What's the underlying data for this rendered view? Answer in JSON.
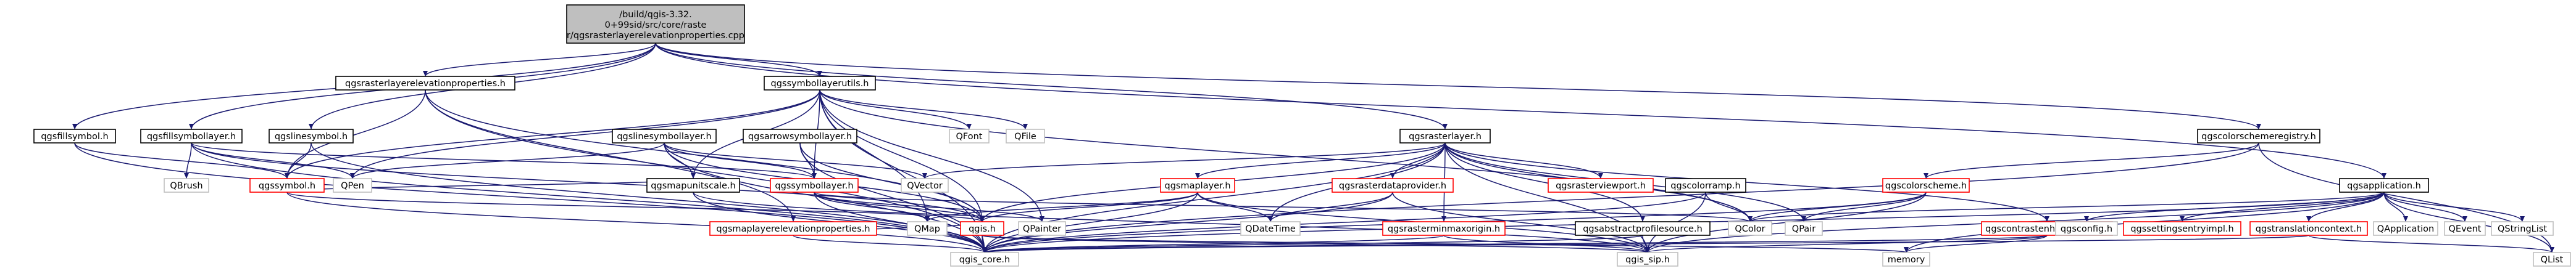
{
  "diagram": {
    "type": "include-dependency-graph",
    "colors": {
      "root_fill": "#bfbfbf",
      "node_fill": "#ffffff",
      "documented_border": "#000000",
      "undocumented_border": "#bfbfbf",
      "missing_border": "#ff0000",
      "edge": "#191970"
    },
    "nodes": [
      {
        "id": "root",
        "label": "/build/qgis-3.32.0+99sid/src/core/raster/qgsrasterlayerelevationproperties.cpp",
        "border": "root"
      },
      {
        "id": "qgsrasterlayerelevationproperties_h",
        "label": "qgsrasterlayerelevationproperties.h",
        "border": "documented"
      },
      {
        "id": "qgssymbollayerutils_h",
        "label": "qgssymbollayerutils.h",
        "border": "documented"
      },
      {
        "id": "qgsrasterlayer_h",
        "label": "qgsrasterlayer.h",
        "border": "documented"
      },
      {
        "id": "qgscolorschemeregistry_h",
        "label": "qgscolorschemeregistry.h",
        "border": "documented"
      },
      {
        "id": "qgsapplication_h",
        "label": "qgsapplication.h",
        "border": "documented"
      },
      {
        "id": "qgsfillsymbol_h",
        "label": "qgsfillsymbol.h",
        "border": "documented"
      },
      {
        "id": "qgsfillsymbollayer_h",
        "label": "qgsfillsymbollayer.h",
        "border": "documented"
      },
      {
        "id": "qgslinesymbol_h",
        "label": "qgslinesymbol.h",
        "border": "documented"
      },
      {
        "id": "qgslinesymbollayer_h",
        "label": "qgslinesymbollayer.h",
        "border": "documented"
      },
      {
        "id": "qgsarrowsymbollayer_h",
        "label": "qgsarrowsymbollayer.h",
        "border": "documented"
      },
      {
        "id": "QFont",
        "label": "QFont",
        "border": "undocumented"
      },
      {
        "id": "QFile",
        "label": "QFile",
        "border": "undocumented"
      },
      {
        "id": "QBrush",
        "label": "QBrush",
        "border": "undocumented"
      },
      {
        "id": "qgssymbol_h",
        "label": "qgssymbol.h",
        "border": "missing"
      },
      {
        "id": "QPen",
        "label": "QPen",
        "border": "undocumented"
      },
      {
        "id": "qgsmapunitscale_h",
        "label": "qgsmapunitscale.h",
        "border": "documented"
      },
      {
        "id": "qgssymbollayer_h",
        "label": "qgssymbollayer.h",
        "border": "missing"
      },
      {
        "id": "QVector",
        "label": "QVector",
        "border": "undocumented"
      },
      {
        "id": "qgsmaplayer_h",
        "label": "qgsmaplayer.h",
        "border": "missing"
      },
      {
        "id": "qgsrasterdataprovider_h",
        "label": "qgsrasterdataprovider.h",
        "border": "missing"
      },
      {
        "id": "qgsrasterviewport_h",
        "label": "qgsrasterviewport.h",
        "border": "missing"
      },
      {
        "id": "qgscolorramp_h",
        "label": "qgscolorramp.h",
        "border": "documented"
      },
      {
        "id": "qgscolorscheme_h",
        "label": "qgscolorscheme.h",
        "border": "missing"
      },
      {
        "id": "qgsmaplayerelevationproperties_h",
        "label": "qgsmaplayerelevationproperties.h",
        "border": "missing"
      },
      {
        "id": "QMap",
        "label": "QMap",
        "border": "undocumented"
      },
      {
        "id": "qgis_h",
        "label": "qgis.h",
        "border": "missing"
      },
      {
        "id": "QPainter",
        "label": "QPainter",
        "border": "undocumented"
      },
      {
        "id": "QDateTime",
        "label": "QDateTime",
        "border": "undocumented"
      },
      {
        "id": "qgsrasterminmaxorigin_h",
        "label": "qgsrasterminmaxorigin.h",
        "border": "missing"
      },
      {
        "id": "qgsabstractprofilesource_h",
        "label": "qgsabstractprofilesource.h",
        "border": "documented"
      },
      {
        "id": "QColor",
        "label": "QColor",
        "border": "undocumented"
      },
      {
        "id": "QPair",
        "label": "QPair",
        "border": "undocumented"
      },
      {
        "id": "qgscontrastenhancement_h",
        "label": "qgscontrastenhancement.h",
        "border": "missing"
      },
      {
        "id": "qgstranslationcontext_h",
        "label": "qgstranslationcontext.h",
        "border": "missing"
      },
      {
        "id": "QApplication",
        "label": "QApplication",
        "border": "undocumented"
      },
      {
        "id": "QEvent",
        "label": "QEvent",
        "border": "undocumented"
      },
      {
        "id": "QStringList",
        "label": "QStringList",
        "border": "undocumented"
      },
      {
        "id": "qgsconfig_h",
        "label": "qgsconfig.h",
        "border": "undocumented"
      },
      {
        "id": "qgssettingsentryimpl_h",
        "label": "qgssettingsentryimpl.h",
        "border": "missing"
      },
      {
        "id": "qgis_core_h",
        "label": "qgis_core.h",
        "border": "undocumented"
      },
      {
        "id": "qgis_sip_h",
        "label": "qgis_sip.h",
        "border": "undocumented"
      },
      {
        "id": "memory",
        "label": "memory",
        "border": "undocumented"
      },
      {
        "id": "QList",
        "label": "QList",
        "border": "undocumented"
      }
    ],
    "edges": [
      [
        "root",
        "qgsrasterlayerelevationproperties_h"
      ],
      [
        "root",
        "qgssymbollayerutils_h"
      ],
      [
        "root",
        "qgsrasterlayer_h"
      ],
      [
        "root",
        "qgscolorschemeregistry_h"
      ],
      [
        "root",
        "qgsapplication_h"
      ],
      [
        "root",
        "qgsfillsymbol_h"
      ],
      [
        "root",
        "qgsfillsymbollayer_h"
      ],
      [
        "root",
        "qgslinesymbol_h"
      ],
      [
        "qgsrasterlayerelevationproperties_h",
        "qgssymbol_h"
      ],
      [
        "qgsrasterlayerelevationproperties_h",
        "qgsmaplayerelevationproperties_h"
      ],
      [
        "qgsrasterlayerelevationproperties_h",
        "qgis_core_h"
      ],
      [
        "qgsrasterlayerelevationproperties_h",
        "qgis_h"
      ],
      [
        "qgssymbollayerutils_h",
        "QFont"
      ],
      [
        "qgssymbollayerutils_h",
        "QFile"
      ],
      [
        "qgssymbollayerutils_h",
        "QColor"
      ],
      [
        "qgssymbollayerutils_h",
        "QPainter"
      ],
      [
        "qgssymbollayerutils_h",
        "qgsmapunitscale_h"
      ],
      [
        "qgssymbollayerutils_h",
        "qgis_core_h"
      ],
      [
        "qgssymbollayerutils_h",
        "qgis_h"
      ],
      [
        "qgssymbollayerutils_h",
        "qgssymbol_h"
      ],
      [
        "qgssymbollayerutils_h",
        "QMap"
      ],
      [
        "qgssymbollayerutils_h",
        "qgssymbollayer_h"
      ],
      [
        "qgssymbollayerutils_h",
        "QPen"
      ],
      [
        "qgsfillsymbol_h",
        "qgssymbol_h"
      ],
      [
        "qgsfillsymbol_h",
        "qgis_core_h"
      ],
      [
        "qgsfillsymbollayer_h",
        "QBrush"
      ],
      [
        "qgsfillsymbollayer_h",
        "QPen"
      ],
      [
        "qgsfillsymbollayer_h",
        "qgssymbollayer_h"
      ],
      [
        "qgsfillsymbollayer_h",
        "qgis_core_h"
      ],
      [
        "qgsfillsymbollayer_h",
        "qgis_h"
      ],
      [
        "qgslinesymbol_h",
        "qgssymbol_h"
      ],
      [
        "qgslinesymbol_h",
        "qgis_core_h"
      ],
      [
        "qgslinesymbollayer_h",
        "qgssymbollayer_h"
      ],
      [
        "qgslinesymbollayer_h",
        "QPen"
      ],
      [
        "qgslinesymbollayer_h",
        "QVector"
      ],
      [
        "qgslinesymbollayer_h",
        "qgis_core_h"
      ],
      [
        "qgslinesymbollayer_h",
        "qgis_h"
      ],
      [
        "qgslinesymbollayer_h",
        "qgsmapunitscale_h"
      ],
      [
        "qgsarrowsymbollayer_h",
        "qgssymbollayer_h"
      ],
      [
        "qgsarrowsymbollayer_h",
        "qgis_core_h"
      ],
      [
        "qgsarrowsymbollayer_h",
        "qgis_h"
      ],
      [
        "qgssymbol_h",
        "qgis_core_h"
      ],
      [
        "qgssymbol_h",
        "qgis_h"
      ],
      [
        "qgssymbol_h",
        "qgsmapunitscale_h"
      ],
      [
        "qgsmapunitscale_h",
        "qgis_core_h"
      ],
      [
        "qgsmapunitscale_h",
        "qgis_sip_h"
      ],
      [
        "qgssymbollayer_h",
        "qgis_core_h"
      ],
      [
        "qgssymbollayer_h",
        "qgis_h"
      ],
      [
        "qgssymbollayer_h",
        "QColor"
      ],
      [
        "qgssymbollayer_h",
        "QMap"
      ],
      [
        "qgssymbollayer_h",
        "QPainter"
      ],
      [
        "qgsrasterlayer_h",
        "QColor"
      ],
      [
        "qgsrasterlayer_h",
        "QDateTime"
      ],
      [
        "qgsrasterlayer_h",
        "QVector"
      ],
      [
        "qgsrasterlayer_h",
        "QPair"
      ],
      [
        "qgsrasterlayer_h",
        "qgis_core_h"
      ],
      [
        "qgsrasterlayer_h",
        "qgis_sip_h"
      ],
      [
        "qgsrasterlayer_h",
        "qgsmaplayer_h"
      ],
      [
        "qgsrasterlayer_h",
        "qgsrasterdataprovider_h"
      ],
      [
        "qgsrasterlayer_h",
        "qgsrasterviewport_h"
      ],
      [
        "qgsrasterlayer_h",
        "qgsrasterminmaxorigin_h"
      ],
      [
        "qgsrasterlayer_h",
        "qgscontrastenhancement_h"
      ],
      [
        "qgsrasterlayer_h",
        "qgsabstractprofilesource_h"
      ],
      [
        "qgsrasterlayer_h",
        "qgis_h"
      ],
      [
        "qgsmaplayer_h",
        "qgis_core_h"
      ],
      [
        "qgsmaplayer_h",
        "QDateTime"
      ],
      [
        "qgsmaplayer_h",
        "QMap"
      ],
      [
        "qgsmaplayer_h",
        "qgis_sip_h"
      ],
      [
        "qgsmaplayer_h",
        "qgis_h"
      ],
      [
        "qgsrasterdataprovider_h",
        "qgis_core_h"
      ],
      [
        "qgsrasterdataprovider_h",
        "qgis_sip_h"
      ],
      [
        "qgsrasterdataprovider_h",
        "QDateTime"
      ],
      [
        "qgsrasterminmaxorigin_h",
        "qgis_core_h"
      ],
      [
        "qgsrasterminmaxorigin_h",
        "qgis_sip_h"
      ],
      [
        "qgsabstractprofilesource_h",
        "qgis_core_h"
      ],
      [
        "qgsabstractprofilesource_h",
        "qgis_sip_h"
      ],
      [
        "qgscontrastenhancement_h",
        "qgis_core_h"
      ],
      [
        "qgscontrastenhancement_h",
        "qgis_sip_h"
      ],
      [
        "qgscontrastenhancement_h",
        "memory"
      ],
      [
        "qgscolorramp_h",
        "QColor"
      ],
      [
        "qgscolorramp_h",
        "qgis_core_h"
      ],
      [
        "qgscolorramp_h",
        "qgis_sip_h"
      ],
      [
        "qgscolorschemeregistry_h",
        "qgscolorscheme_h"
      ],
      [
        "qgscolorschemeregistry_h",
        "qgis_core_h"
      ],
      [
        "qgscolorschemeregistry_h",
        "QList"
      ],
      [
        "qgscolorscheme_h",
        "QColor"
      ],
      [
        "qgscolorscheme_h",
        "QPair"
      ],
      [
        "qgscolorscheme_h",
        "qgis_core_h"
      ],
      [
        "qgscolorscheme_h",
        "qgis_sip_h"
      ],
      [
        "qgsapplication_h",
        "QApplication"
      ],
      [
        "qgsapplication_h",
        "QEvent"
      ],
      [
        "qgsapplication_h",
        "QStringList"
      ],
      [
        "qgsapplication_h",
        "qgsconfig_h"
      ],
      [
        "qgsapplication_h",
        "qgssettingsentryimpl_h"
      ],
      [
        "qgsapplication_h",
        "qgstranslationcontext_h"
      ],
      [
        "qgsapplication_h",
        "qgis_core_h"
      ],
      [
        "qgsapplication_h",
        "QColor"
      ],
      [
        "qgsapplication_h",
        "memory"
      ],
      [
        "qgsapplication_h",
        "qgis_sip_h"
      ],
      [
        "qgsapplication_h",
        "QList"
      ],
      [
        "qgstranslationcontext_h",
        "qgis_core_h"
      ],
      [
        "qgstranslationcontext_h",
        "QList"
      ],
      [
        "qgis_h",
        "qgis_core_h"
      ],
      [
        "qgis_h",
        "qgis_sip_h"
      ],
      [
        "qgis_h",
        "memory"
      ],
      [
        "qgsmaplayerelevationproperties_h",
        "qgis_core_h"
      ],
      [
        "qgsmaplayerelevationproperties_h",
        "qgis_h"
      ]
    ]
  }
}
